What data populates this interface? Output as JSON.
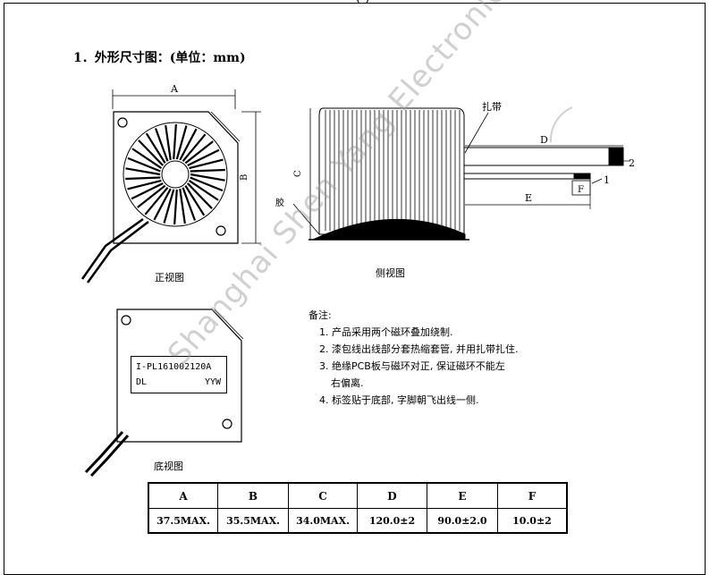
{
  "header": {
    "top_text": "(     )"
  },
  "section": {
    "title": "1．外形尺寸图：(单位：mm)"
  },
  "views": {
    "front_caption": "正视图",
    "side_caption": "侧视图",
    "bottom_caption": "底视图",
    "dim_A": "A",
    "dim_B": "B",
    "dim_C": "C",
    "dim_D": "D",
    "dim_E": "E",
    "dim_F": "F",
    "wire_1": "1",
    "wire_2": "2",
    "tie_label": "扎带",
    "glue_label": "胶",
    "label_line1": "I-PL161002120A",
    "label_line2_left": "DL",
    "label_line2_right": "YYW"
  },
  "notes": {
    "header": "备注:",
    "items": [
      "1. 产品采用两个磁环叠加绕制.",
      "2. 漆包线出线部分套热缩套管, 并用扎带扎住.",
      "3. 绝缘PCB板与磁环对正, 保证磁环不能左",
      "右偏离.",
      "4. 标签贴于底部, 字脚朝飞出线一侧."
    ]
  },
  "table": {
    "headers": [
      "A",
      "B",
      "C",
      "D",
      "E",
      "F"
    ],
    "values": [
      "37.5MAX.",
      "35.5MAX.",
      "34.0MAX.",
      "120.0±2",
      "90.0±2.0",
      "10.0±2"
    ]
  },
  "watermark": {
    "text": "Shanghai Shen Yang Electronic Technology Co.,Ltd."
  }
}
